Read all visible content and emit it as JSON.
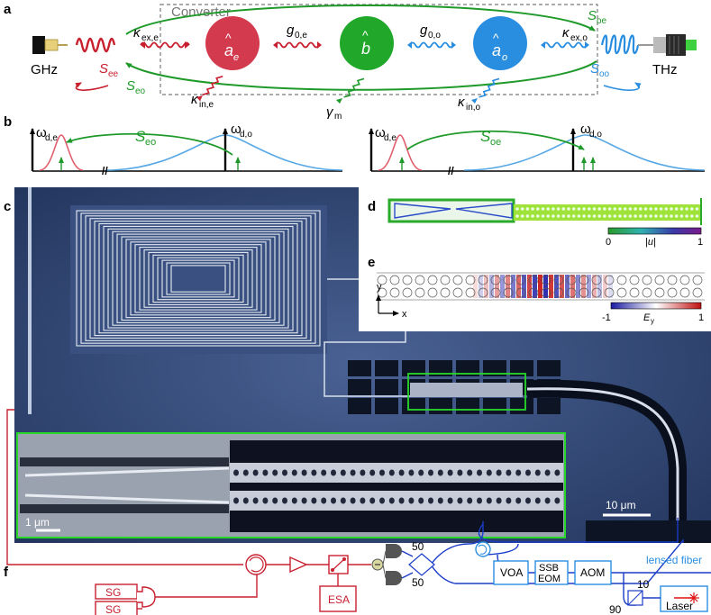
{
  "panels": {
    "a": "a",
    "b": "b",
    "c": "c",
    "d": "d",
    "e": "e",
    "f": "f"
  },
  "panel_a": {
    "converter_label": "Converter",
    "gigahertz_label": "GHz",
    "terahertz_label": "THz",
    "mode_e": "a",
    "mode_e_sub": "e",
    "mode_b": "b",
    "mode_o": "a",
    "mode_o_sub": "o",
    "hat": "^",
    "kappa": "κ",
    "kappa_ex_e_sub": "ex,e",
    "kappa_ex_o_sub": "ex,o",
    "kappa_in_e_sub": "in,e",
    "kappa_in_o_sub": "in,o",
    "g": "g",
    "g0e_sub": "0,e",
    "g0o_sub": "0,o",
    "gamma": "γ",
    "gamma_sub": "m",
    "s": "S",
    "see_sub": "ee",
    "seo_sub": "eo",
    "soe_sub": "oe",
    "soo_sub": "oo"
  },
  "panel_b": {
    "omega": "ω",
    "omega_de_sub": "d,e",
    "omega_do_sub": "d,o",
    "s": "S",
    "left_s_sub": "eo",
    "right_s_sub": "oe",
    "axis_break": "//"
  },
  "panel_c": {
    "scale_big": "10 μm",
    "scale_small": "1 μm"
  },
  "panel_d": {
    "cbar_min": "0",
    "cbar_max": "1",
    "cbar_label": "|u|"
  },
  "panel_e": {
    "axis_y": "y",
    "axis_x": "x",
    "cbar_min": "-1",
    "cbar_max": "1",
    "cbar_label": "E",
    "cbar_label_sub": "y"
  },
  "panel_f": {
    "sg_top": "SG",
    "sg_bottom": "SG",
    "esa": "ESA",
    "voa": "VOA",
    "ssb_line1": "SSB",
    "ssb_line2": "EOM",
    "aom": "AOM",
    "laser": "Laser",
    "split_50_top": "50",
    "split_50_bottom": "50",
    "split_10": "10",
    "split_90": "90",
    "lensed_fiber": "lensed fiber"
  },
  "colors": {
    "electrical": "#c8202f",
    "optical": "#2a8ee0",
    "mechanical": "#1f9a2a",
    "sem_background": "#2b3f6b",
    "dashed_box": "#7a7a7a"
  }
}
